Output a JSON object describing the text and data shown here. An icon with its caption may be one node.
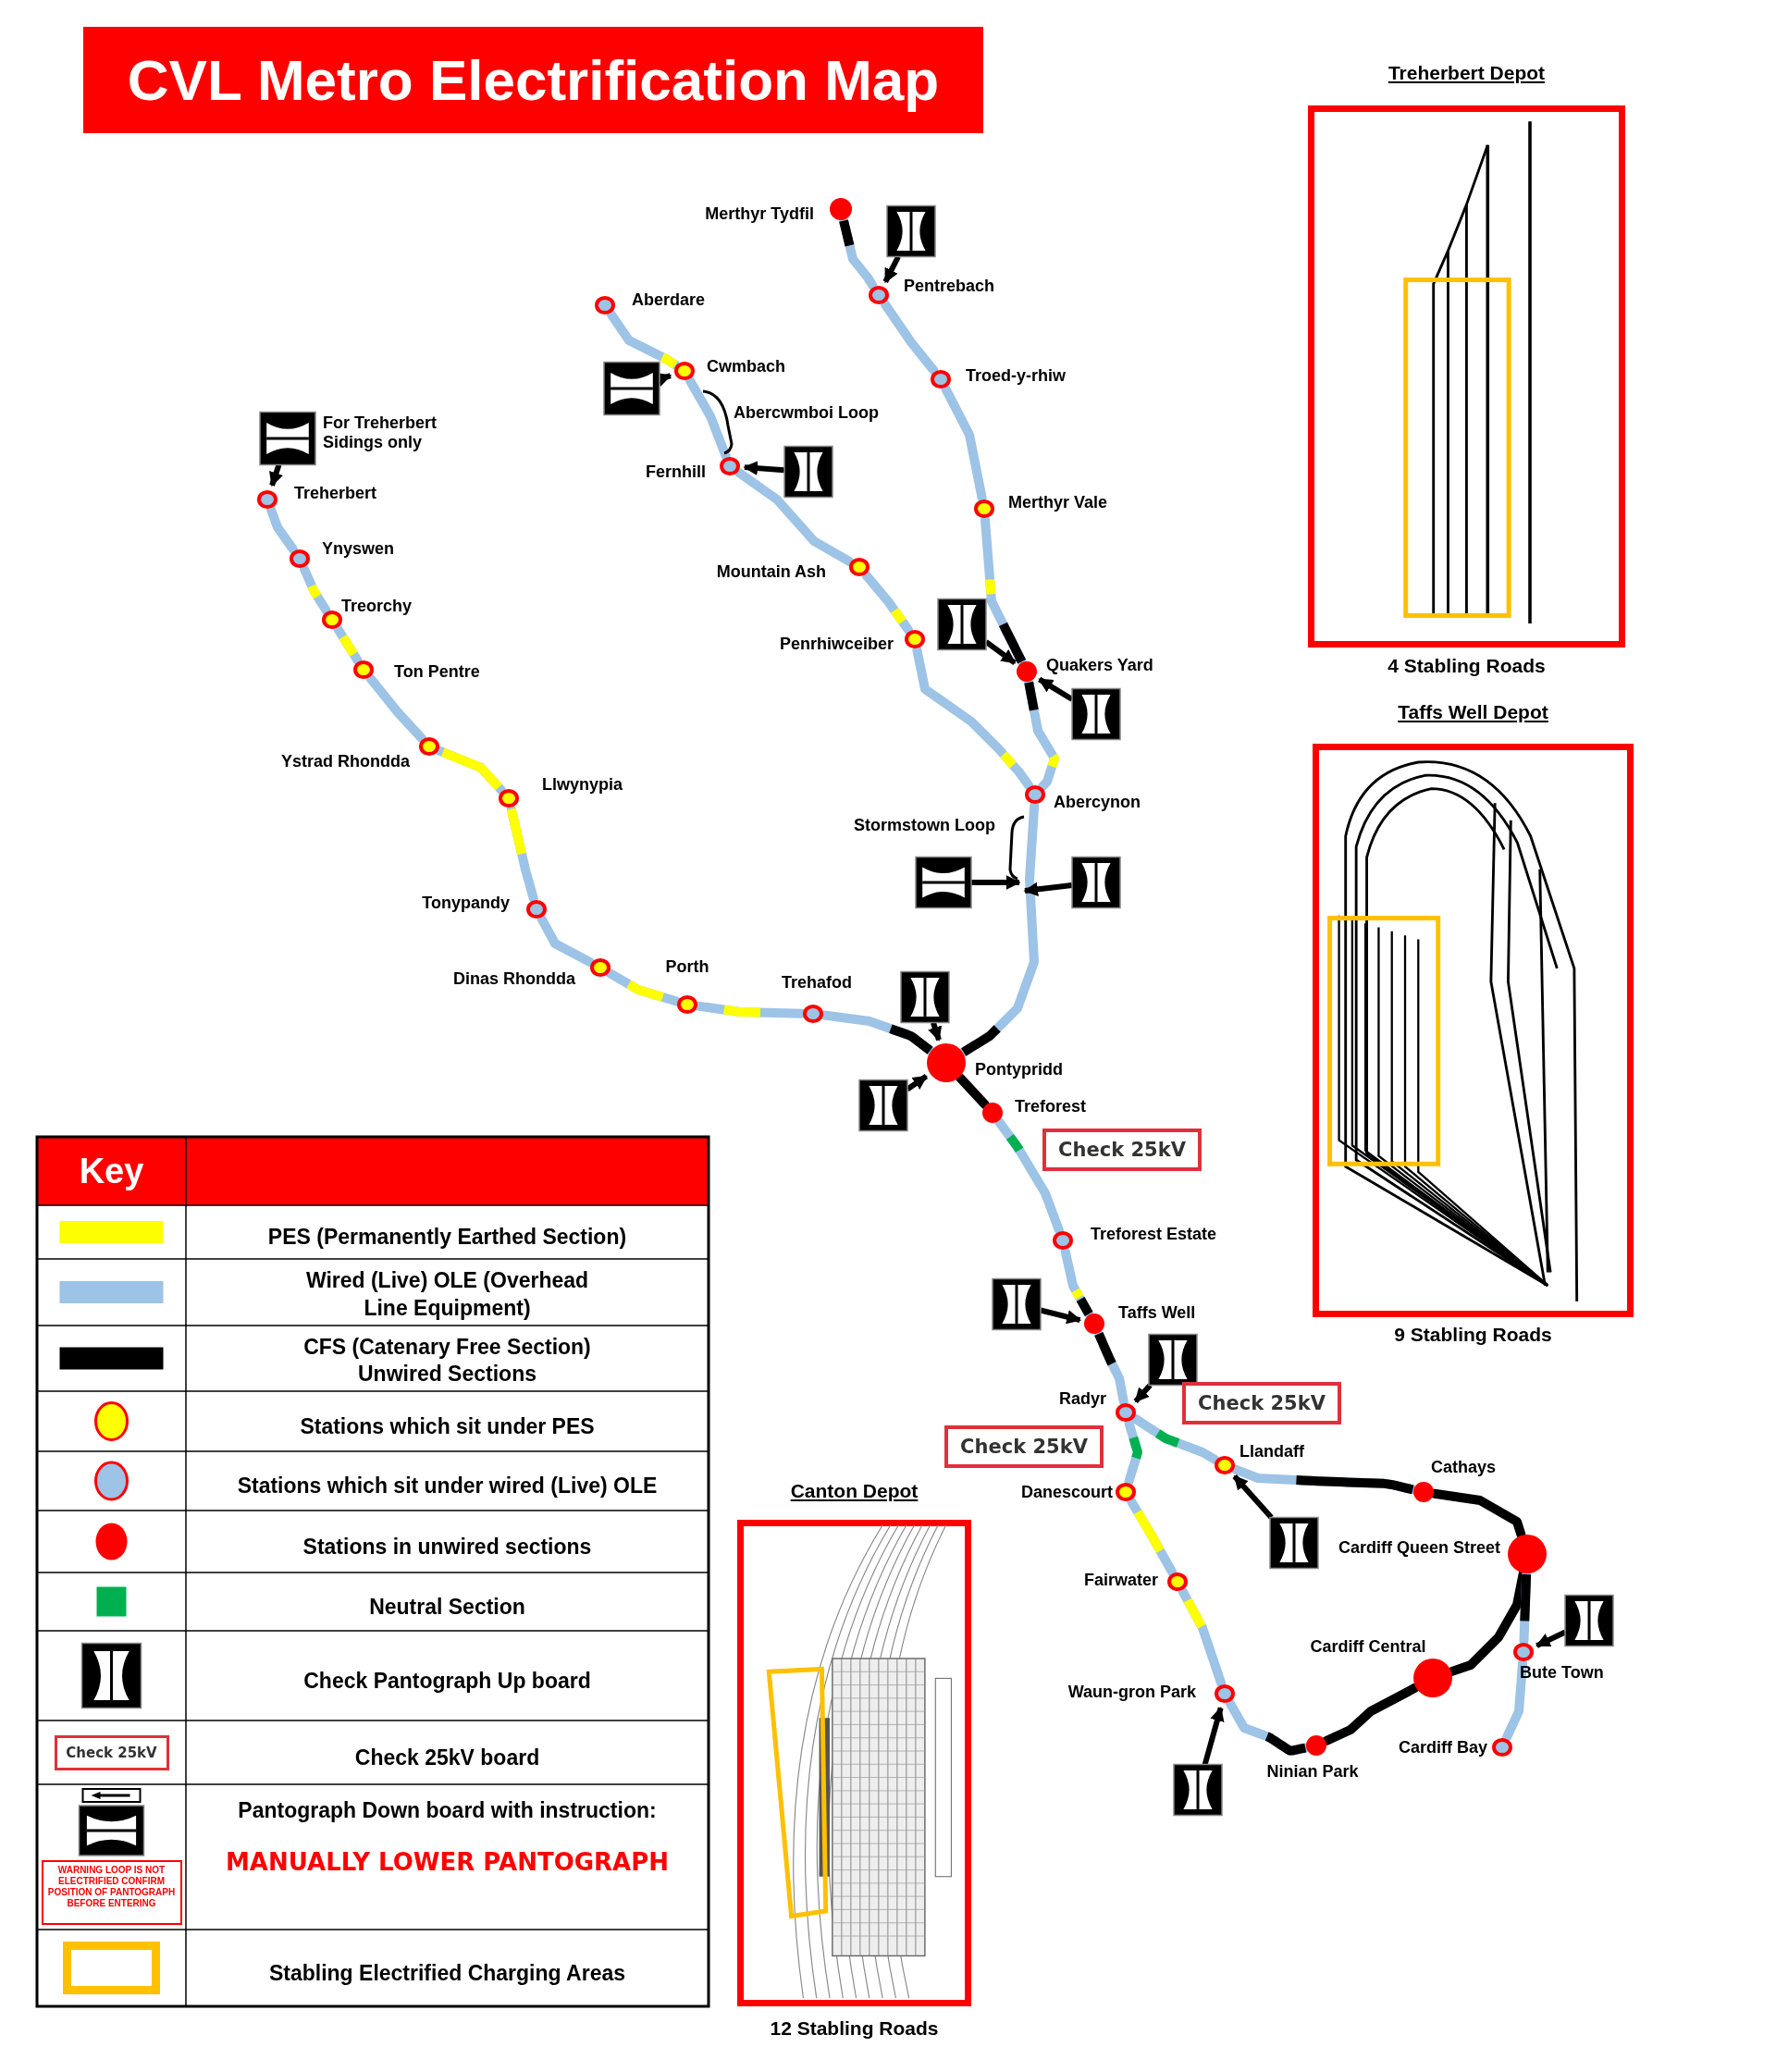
{
  "diagram": {
    "title": "CVL Metro Electrification Map",
    "nodes": [
      {
        "text": [
          "Merthyr Tydfil"
        ]
      },
      {
        "text": [
          "Pentrebach"
        ]
      },
      {
        "text": [
          "Troed-y-rhiw"
        ]
      },
      {
        "text": [
          "Merthyr Vale"
        ]
      },
      {
        "text": [
          "Quakers Yard"
        ]
      },
      {
        "text": [
          "Aberdare"
        ]
      },
      {
        "text": [
          "Cwmbach"
        ]
      },
      {
        "text": [
          "Fernhill"
        ]
      },
      {
        "text": [
          "Mountain Ash"
        ]
      },
      {
        "text": [
          "Penrhiwceiber"
        ]
      },
      {
        "text": [
          "Abercynon"
        ]
      },
      {
        "text": [
          "Treherbert"
        ]
      },
      {
        "text": [
          "Ynyswen"
        ]
      },
      {
        "text": [
          "Treorchy"
        ]
      },
      {
        "text": [
          "Ton Pentre"
        ]
      },
      {
        "text": [
          "Ystrad Rhondda"
        ]
      },
      {
        "text": [
          "Llwynypia"
        ]
      },
      {
        "text": [
          "Tonypandy"
        ]
      },
      {
        "text": [
          "Dinas Rhondda"
        ]
      },
      {
        "text": [
          "Porth"
        ]
      },
      {
        "text": [
          "Trehafod"
        ]
      },
      {
        "text": [
          "Pontypridd"
        ]
      },
      {
        "text": [
          "Treforest"
        ]
      },
      {
        "text": [
          "Treforest Estate"
        ]
      },
      {
        "text": [
          "Taffs Well"
        ]
      },
      {
        "text": [
          "Radyr"
        ]
      },
      {
        "text": [
          "Llandaff"
        ]
      },
      {
        "text": [
          "Danescourt"
        ]
      },
      {
        "text": [
          "Fairwater"
        ]
      },
      {
        "text": [
          "Waun-gron Park"
        ]
      },
      {
        "text": [
          "Ninian Park"
        ]
      },
      {
        "text": [
          "Cardiff Central"
        ]
      },
      {
        "text": [
          "Cathays"
        ]
      },
      {
        "text": [
          "Cardiff Queen Street"
        ]
      },
      {
        "text": [
          "Bute Town"
        ]
      },
      {
        "text": [
          "Cardiff Bay"
        ]
      },
      {
        "text": [],
        "shape": "box",
        "beside": [
          "For Treherbert Sidings only"
        ]
      },
      {
        "text": [],
        "shape": "box"
      },
      {
        "text": [],
        "shape": "box"
      },
      {
        "text": [],
        "shape": "box"
      },
      {
        "text": [],
        "shape": "box"
      },
      {
        "text": [],
        "shape": "box"
      },
      {
        "text": [],
        "shape": "box"
      },
      {
        "text": [],
        "shape": "box"
      },
      {
        "text": [],
        "shape": "box"
      },
      {
        "text": [],
        "shape": "box"
      },
      {
        "text": [],
        "shape": "box"
      },
      {
        "text": [],
        "shape": "box"
      },
      {
        "text": [],
        "shape": "box"
      },
      {
        "text": [],
        "shape": "box"
      },
      {
        "text": [],
        "shape": "box"
      },
      {
        "text": [
          "Check 25kV"
        ]
      },
      {
        "text": [
          "Check 25kV"
        ]
      },
      {
        "text": [
          "Check 25kV"
        ]
      },
      {
        "text": [
          "Treherbert Depot"
        ],
        "beside": [
          "4 Stabling Roads"
        ]
      },
      {
        "text": [
          "Taffs Well Depot"
        ],
        "beside": [
          "9 Stabling Roads"
        ]
      },
      {
        "text": [
          "Canton Depot"
        ],
        "beside": [
          "12 Stabling Roads"
        ]
      }
    ],
    "edges": [
      {
        "from": 0,
        "to": 1,
        "arrow": "none"
      },
      {
        "from": 1,
        "to": 2,
        "arrow": "none"
      },
      {
        "from": 2,
        "to": 3,
        "arrow": "none"
      },
      {
        "from": 3,
        "to": 4,
        "arrow": "none"
      },
      {
        "from": 4,
        "to": 10,
        "arrow": "none"
      },
      {
        "from": 5,
        "to": 6,
        "arrow": "none"
      },
      {
        "from": 6,
        "to": 7,
        "arrow": "none"
      },
      {
        "from": 7,
        "to": 8,
        "arrow": "none"
      },
      {
        "from": 8,
        "to": 9,
        "arrow": "none"
      },
      {
        "from": 9,
        "to": 10,
        "arrow": "none"
      },
      {
        "from": 10,
        "to": 21,
        "arrow": "none"
      },
      {
        "from": 11,
        "to": 12,
        "arrow": "none"
      },
      {
        "from": 12,
        "to": 13,
        "arrow": "none"
      },
      {
        "from": 13,
        "to": 14,
        "arrow": "none"
      },
      {
        "from": 14,
        "to": 15,
        "arrow": "none"
      },
      {
        "from": 15,
        "to": 16,
        "arrow": "none"
      },
      {
        "from": 16,
        "to": 17,
        "arrow": "none"
      },
      {
        "from": 17,
        "to": 18,
        "arrow": "none"
      },
      {
        "from": 18,
        "to": 19,
        "arrow": "none"
      },
      {
        "from": 19,
        "to": 20,
        "arrow": "none"
      },
      {
        "from": 20,
        "to": 21,
        "arrow": "none"
      },
      {
        "from": 21,
        "to": 22,
        "arrow": "none",
        "color": "#000000"
      },
      {
        "from": 22,
        "to": 23,
        "arrow": "none"
      },
      {
        "from": 23,
        "to": 24,
        "arrow": "none"
      },
      {
        "from": 24,
        "to": 25,
        "arrow": "none"
      },
      {
        "from": 25,
        "to": 26,
        "arrow": "none"
      },
      {
        "from": 25,
        "to": 27,
        "arrow": "none"
      },
      {
        "from": 27,
        "to": 28,
        "arrow": "none"
      },
      {
        "from": 28,
        "to": 29,
        "arrow": "none"
      },
      {
        "from": 29,
        "to": 30,
        "arrow": "none"
      },
      {
        "from": 30,
        "to": 31,
        "arrow": "none",
        "color": "#000000"
      },
      {
        "from": 31,
        "to": 33,
        "arrow": "none",
        "color": "#000000"
      },
      {
        "from": 26,
        "to": 32,
        "arrow": "none"
      },
      {
        "from": 32,
        "to": 33,
        "arrow": "none",
        "color": "#000000"
      },
      {
        "from": 33,
        "to": 34,
        "arrow": "none"
      },
      {
        "from": 34,
        "to": 35,
        "arrow": "none"
      },
      {
        "from": 36,
        "to": 11,
        "arrow": "to",
        "color": "#000000"
      },
      {
        "from": 37,
        "to": 1,
        "arrow": "to",
        "color": "#000000"
      },
      {
        "from": 38,
        "to": 6,
        "arrow": "to",
        "color": "#000000"
      },
      {
        "from": 39,
        "to": 7,
        "arrow": "to",
        "color": "#000000"
      },
      {
        "from": 40,
        "to": 4,
        "arrow": "to",
        "color": "#000000"
      },
      {
        "from": 41,
        "to": 4,
        "arrow": "to",
        "color": "#000000"
      },
      {
        "from": 42,
        "to": null,
        "arrow": "to",
        "color": "#000000"
      },
      {
        "from": 43,
        "to": null,
        "arrow": "to",
        "color": "#000000"
      },
      {
        "from": 44,
        "to": 21,
        "arrow": "to",
        "color": "#000000"
      },
      {
        "from": 45,
        "to": 21,
        "arrow": "to",
        "color": "#000000"
      },
      {
        "from": 46,
        "to": 24,
        "arrow": "to",
        "color": "#000000"
      },
      {
        "from": 47,
        "to": 25,
        "arrow": "to",
        "color": "#000000"
      },
      {
        "from": 48,
        "to": 26,
        "arrow": "to",
        "color": "#000000"
      },
      {
        "from": 49,
        "to": 34,
        "arrow": "to",
        "color": "#000000"
      },
      {
        "from": 50,
        "to": 29,
        "arrow": "to",
        "color": "#000000"
      }
    ],
    "labels": [
      "Abercwmboi Loop",
      "Stormstown Loop",
      "Key",
      "Check 25kV",
      "WARNING LOOP IS NOT ELECTRIFIED CONFIRM POSITION OF PANTOGRAPH BEFORE ENTERING",
      "MANUALLY LOWER PANTOGRAPH"
    ],
    "legend": [
      {
        "text": "PES (Permanently Earthed Section)",
        "color": "#ffff00"
      },
      {
        "text": "Wired (Live) OLE (Overhead Line Equipment)",
        "color": "#9dc3e6"
      },
      {
        "text": "CFS (Catenary Free Section) Unwired Sections",
        "color": "#000000"
      },
      {
        "text": "Stations which sit under PES"
      },
      {
        "text": "Stations which sit under wired (Live) OLE"
      },
      {
        "text": "Stations in unwired sections"
      },
      {
        "text": "Neutral Section",
        "color": "#00b050"
      },
      {
        "text": "Check Pantograph Up board"
      },
      {
        "text": "Check 25kV board"
      },
      {
        "text": "Pantograph Down board with instruction:"
      },
      {
        "text": "Stabling Electrified Charging Areas"
      }
    ]
  }
}
